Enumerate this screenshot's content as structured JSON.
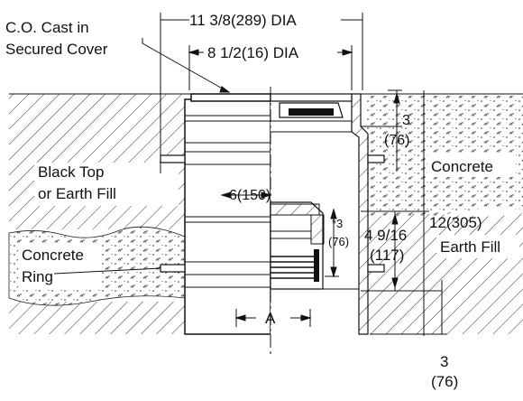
{
  "labels": {
    "co_line1": "C.O. Cast in",
    "co_line2": "Secured Cover",
    "black_top_line1": "Black Top",
    "black_top_line2": "or Earth Fill",
    "concrete_right": "Concrete",
    "concrete_ring_line1": "Concrete",
    "concrete_ring_line2": "Ring",
    "earth_fill": "Earth Fill"
  },
  "dimensions": {
    "outer_dia": "11 3/8(289) DIA",
    "inner_dia": "8 1/2(16) DIA",
    "top_right_in": "3",
    "top_right_mm": "(76)",
    "six": "6(150)",
    "star_in": "*3",
    "star_mm": "(76)",
    "twelve": "12(305)",
    "four_nine_in": "4 9/16",
    "four_nine_mm": "(117)",
    "bottom_in": "3",
    "bottom_mm": "(76)",
    "a_label": "A"
  },
  "colors": {
    "line": "#111111",
    "background": "#ffffff"
  }
}
